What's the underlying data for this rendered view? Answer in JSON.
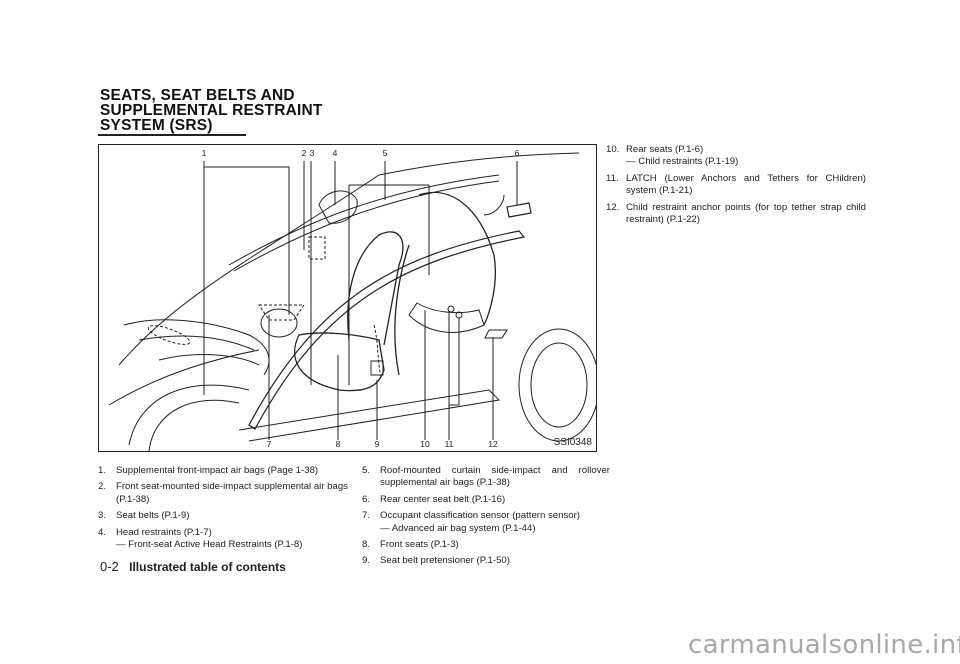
{
  "heading": {
    "lines": [
      "SEATS, SEAT BELTS AND",
      "SUPPLEMENTAL RESTRAINT",
      "SYSTEM (SRS)"
    ]
  },
  "figure": {
    "code": "SSI0348",
    "top_callouts": [
      "1",
      "2",
      "3",
      "4",
      "5",
      "6"
    ],
    "bottom_callouts": [
      "7",
      "8",
      "9",
      "10",
      "11",
      "12"
    ]
  },
  "items": [
    {
      "num": "1.",
      "text": "Supplemental front-impact air bags (Page 1-38)"
    },
    {
      "num": "2.",
      "text": "Front seat-mounted side-impact supplemental air bags (P.1-38)"
    },
    {
      "num": "3.",
      "text": "Seat belts (P.1-9)"
    },
    {
      "num": "4.",
      "text": "Head restraints (P.1-7)",
      "sub": "— Front-seat Active Head Restraints (P.1-8)"
    },
    {
      "num": "5.",
      "text": "Roof-mounted curtain side-impact and rollover supplemental air bags (P.1-38)"
    },
    {
      "num": "6.",
      "text": "Rear center seat belt (P.1-16)"
    },
    {
      "num": "7.",
      "text": "Occupant classification sensor (pattern sensor)",
      "sub": "— Advanced air bag system (P.1-44)"
    },
    {
      "num": "8.",
      "text": "Front seats (P.1-3)"
    },
    {
      "num": "9.",
      "text": "Seat belt pretensioner (P.1-50)"
    },
    {
      "num": "10.",
      "text": "Rear seats (P.1-6)",
      "sub": "— Child restraints (P.1-19)"
    },
    {
      "num": "11.",
      "text": "LATCH (Lower Anchors and Tethers for CHildren) system (P.1-21)"
    },
    {
      "num": "12.",
      "text": "Child restraint anchor points (for top tether strap child restraint) (P.1-22)"
    }
  ],
  "footer": {
    "page_number": "0-2",
    "section_title": "Illustrated table of contents"
  },
  "watermark": "carmanualsonline.info"
}
